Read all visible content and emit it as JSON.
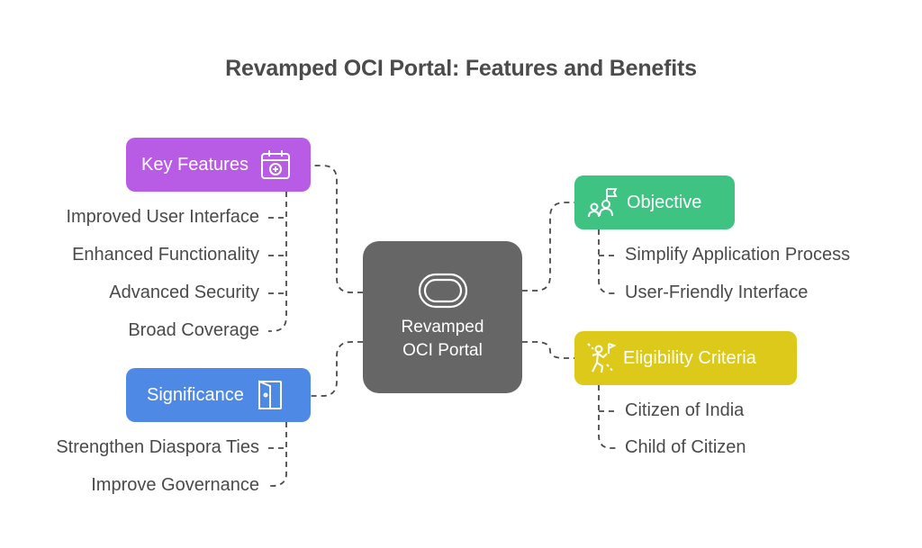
{
  "title": "Revamped OCI Portal: Features and Benefits",
  "center": {
    "line1": "Revamped",
    "line2": "OCI Portal",
    "icon": "oval-ring-icon",
    "color": "#666666"
  },
  "branches": {
    "key_features": {
      "label": "Key Features",
      "icon": "calendar-plus-icon",
      "color": "#b85ce5",
      "items": [
        "Improved User Interface",
        "Enhanced Functionality",
        "Advanced Security",
        "Broad Coverage"
      ]
    },
    "significance": {
      "label": "Significance",
      "icon": "door-open-icon",
      "color": "#4f89e6",
      "items": [
        "Strengthen Diaspora Ties",
        "Improve Governance"
      ]
    },
    "objective": {
      "label": "Objective",
      "icon": "people-flag-icon",
      "color": "#3fc382",
      "items": [
        "Simplify Application Process",
        "User-Friendly Interface"
      ]
    },
    "eligibility": {
      "label": "Eligibility Criteria",
      "icon": "climber-flag-icon",
      "color": "#dcc91a",
      "items": [
        "Citizen of India",
        "Child of Citizen"
      ]
    }
  }
}
